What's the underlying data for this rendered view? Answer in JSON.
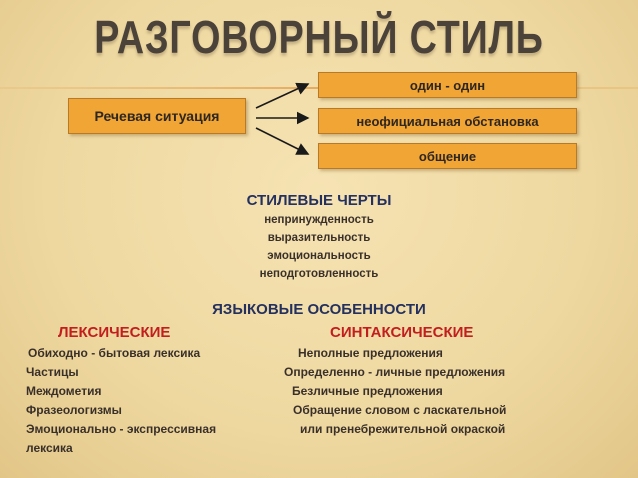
{
  "title": "РАЗГОВОРНЫЙ СТИЛЬ",
  "diagram": {
    "source": "Речевая ситуация",
    "targets": [
      "один - один",
      "неофициальная обстановка",
      "общение"
    ]
  },
  "style_features": {
    "heading": "СТИЛЕВЫЕ ЧЕРТЫ",
    "items": [
      "непринужденность",
      "выразительность",
      "эмоциональность",
      "неподготовленность"
    ]
  },
  "language": {
    "heading": "ЯЗЫКОВЫЕ ОСОБЕННОСТИ",
    "lexical": {
      "heading": "ЛЕКСИЧЕСКИЕ",
      "items": [
        "Обиходно - бытовая лексика",
        "Частицы",
        "Междометия",
        "Фразеологизмы",
        "Эмоционально - экспрессивная",
        "лексика"
      ]
    },
    "syntactic": {
      "heading": "СИНТАКСИЧЕСКИЕ",
      "items": [
        "Неполные предложения",
        "Определенно - личные предложения",
        "Безличные предложения",
        "Обращение словом с ласкательной",
        "или пренебрежительной окраской"
      ]
    }
  },
  "colors": {
    "box": "#f1a534",
    "heading": "#24305e",
    "subheading": "#c21e1e"
  }
}
